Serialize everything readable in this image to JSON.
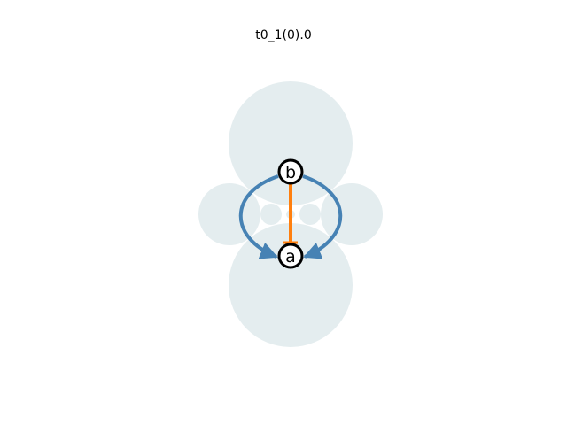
{
  "title": "t0_1(0).0",
  "nodes": [
    {
      "id": "a",
      "label": "a"
    },
    {
      "id": "b",
      "label": "b"
    }
  ],
  "edges": [
    {
      "from": "b",
      "to": "a",
      "style": "curved-left",
      "color": "#4682b4"
    },
    {
      "from": "b",
      "to": "a",
      "style": "curved-right",
      "color": "#4682b4"
    },
    {
      "from": "b",
      "to": "a",
      "style": "straight-tee",
      "color": "#ff7f0e"
    }
  ],
  "colors": {
    "background_disks": "#e4edef",
    "node_fill": "#ffffff",
    "node_stroke": "#000000",
    "blue_edge": "#4682b4",
    "orange_edge": "#ff7f0e"
  }
}
